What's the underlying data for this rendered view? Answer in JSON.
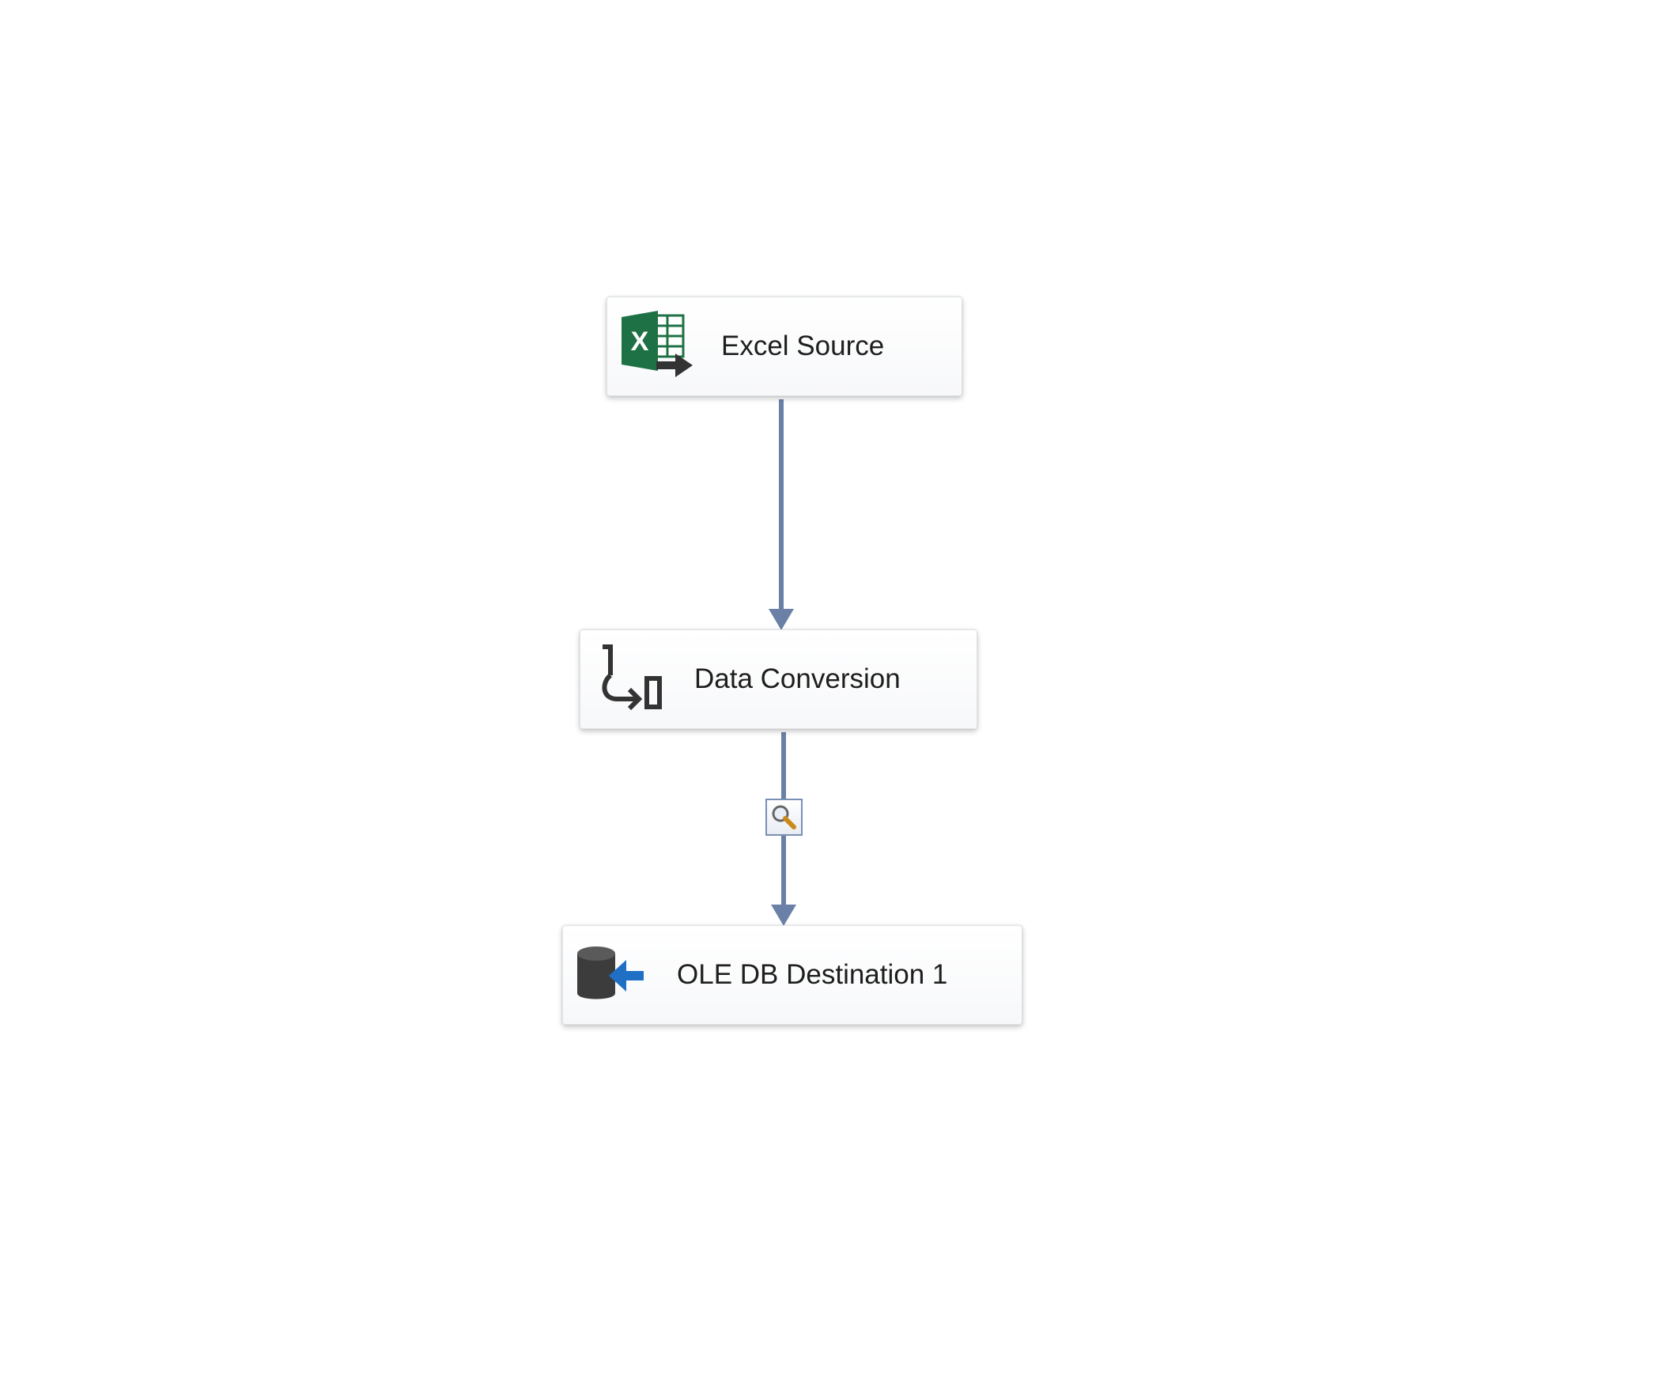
{
  "designer": {
    "components": [
      {
        "id": "excel-source",
        "label": "Excel Source",
        "icon": "excel-source-icon"
      },
      {
        "id": "data-conversion",
        "label": "Data Conversion",
        "icon": "data-conversion-icon"
      },
      {
        "id": "ole-db-destination",
        "label": "OLE DB Destination 1",
        "icon": "ole-db-destination-icon"
      }
    ],
    "paths": [
      {
        "from": "Excel Source",
        "to": "Data Conversion",
        "data_viewer": false
      },
      {
        "from": "Data Conversion",
        "to": "OLE DB Destination 1",
        "data_viewer": true
      }
    ],
    "colors": {
      "path": "#6a80a6",
      "excel_green": "#1e7145",
      "arrow_dark": "#333333",
      "db_gray": "#3c3c3c",
      "dest_blue": "#1f6fc5"
    }
  }
}
